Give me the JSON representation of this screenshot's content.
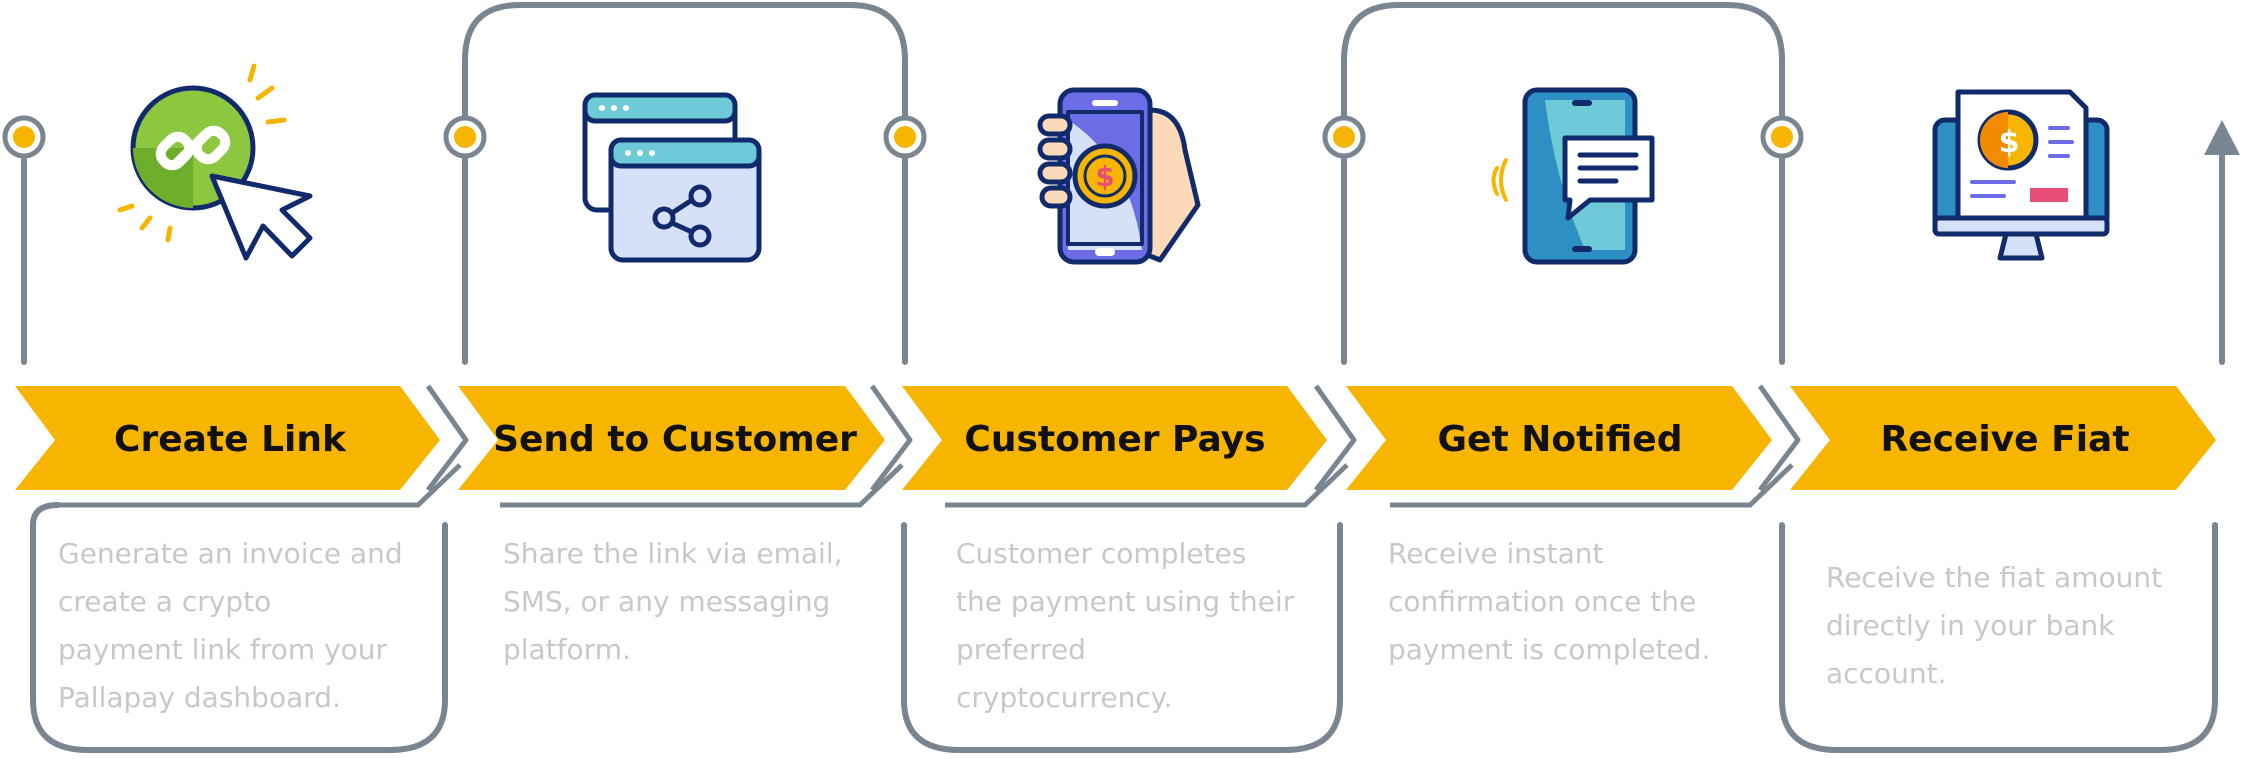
{
  "colors": {
    "accent": "#F7B500",
    "line": "#7A8592",
    "desc_text": "#C8C8C8",
    "title_text": "#111111",
    "icon_outline": "#102A6B"
  },
  "steps": [
    {
      "title": "Create Link",
      "icon": "click-link-icon",
      "desc": [
        "Generate an invoice and",
        "create a crypto",
        "payment link from your",
        "Pallapay dashboard."
      ]
    },
    {
      "title": "Send to Customer",
      "icon": "browser-share-icon",
      "desc": [
        "Share the link via email,",
        "SMS, or any messaging",
        "platform."
      ]
    },
    {
      "title": "Customer Pays",
      "icon": "phone-pay-icon",
      "desc": [
        "Customer completes",
        "the payment using their",
        "preferred",
        "cryptocurrency."
      ]
    },
    {
      "title": "Get Notified",
      "icon": "phone-notification-icon",
      "desc": [
        "Receive instant",
        "confirmation once the",
        "payment is completed."
      ]
    },
    {
      "title": "Receive Fiat",
      "icon": "monitor-invoice-icon",
      "desc": [
        "Receive the fiat amount",
        "directly in your bank",
        "account."
      ]
    }
  ]
}
